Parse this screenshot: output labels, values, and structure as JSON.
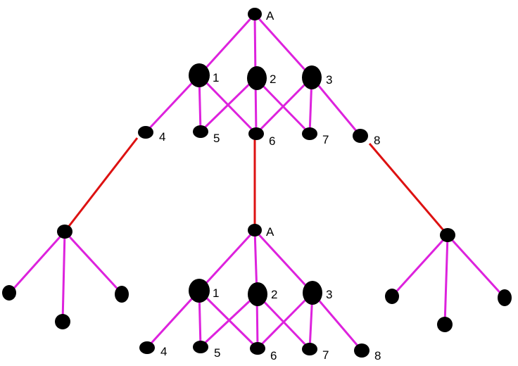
{
  "colors": {
    "edge": "#dd22dd",
    "link": "#dd1111",
    "node": "#000000",
    "background": "#ffffff"
  },
  "top_tree": {
    "root_label": "A",
    "level1_labels": [
      "1",
      "2",
      "3"
    ],
    "level2_labels": [
      "4",
      "5",
      "6",
      "7",
      "8"
    ]
  },
  "bottom_tree": {
    "root_label": "A",
    "level1_labels": [
      "1",
      "2",
      "3"
    ],
    "level2_labels": [
      "4",
      "5",
      "6",
      "7",
      "8"
    ]
  }
}
